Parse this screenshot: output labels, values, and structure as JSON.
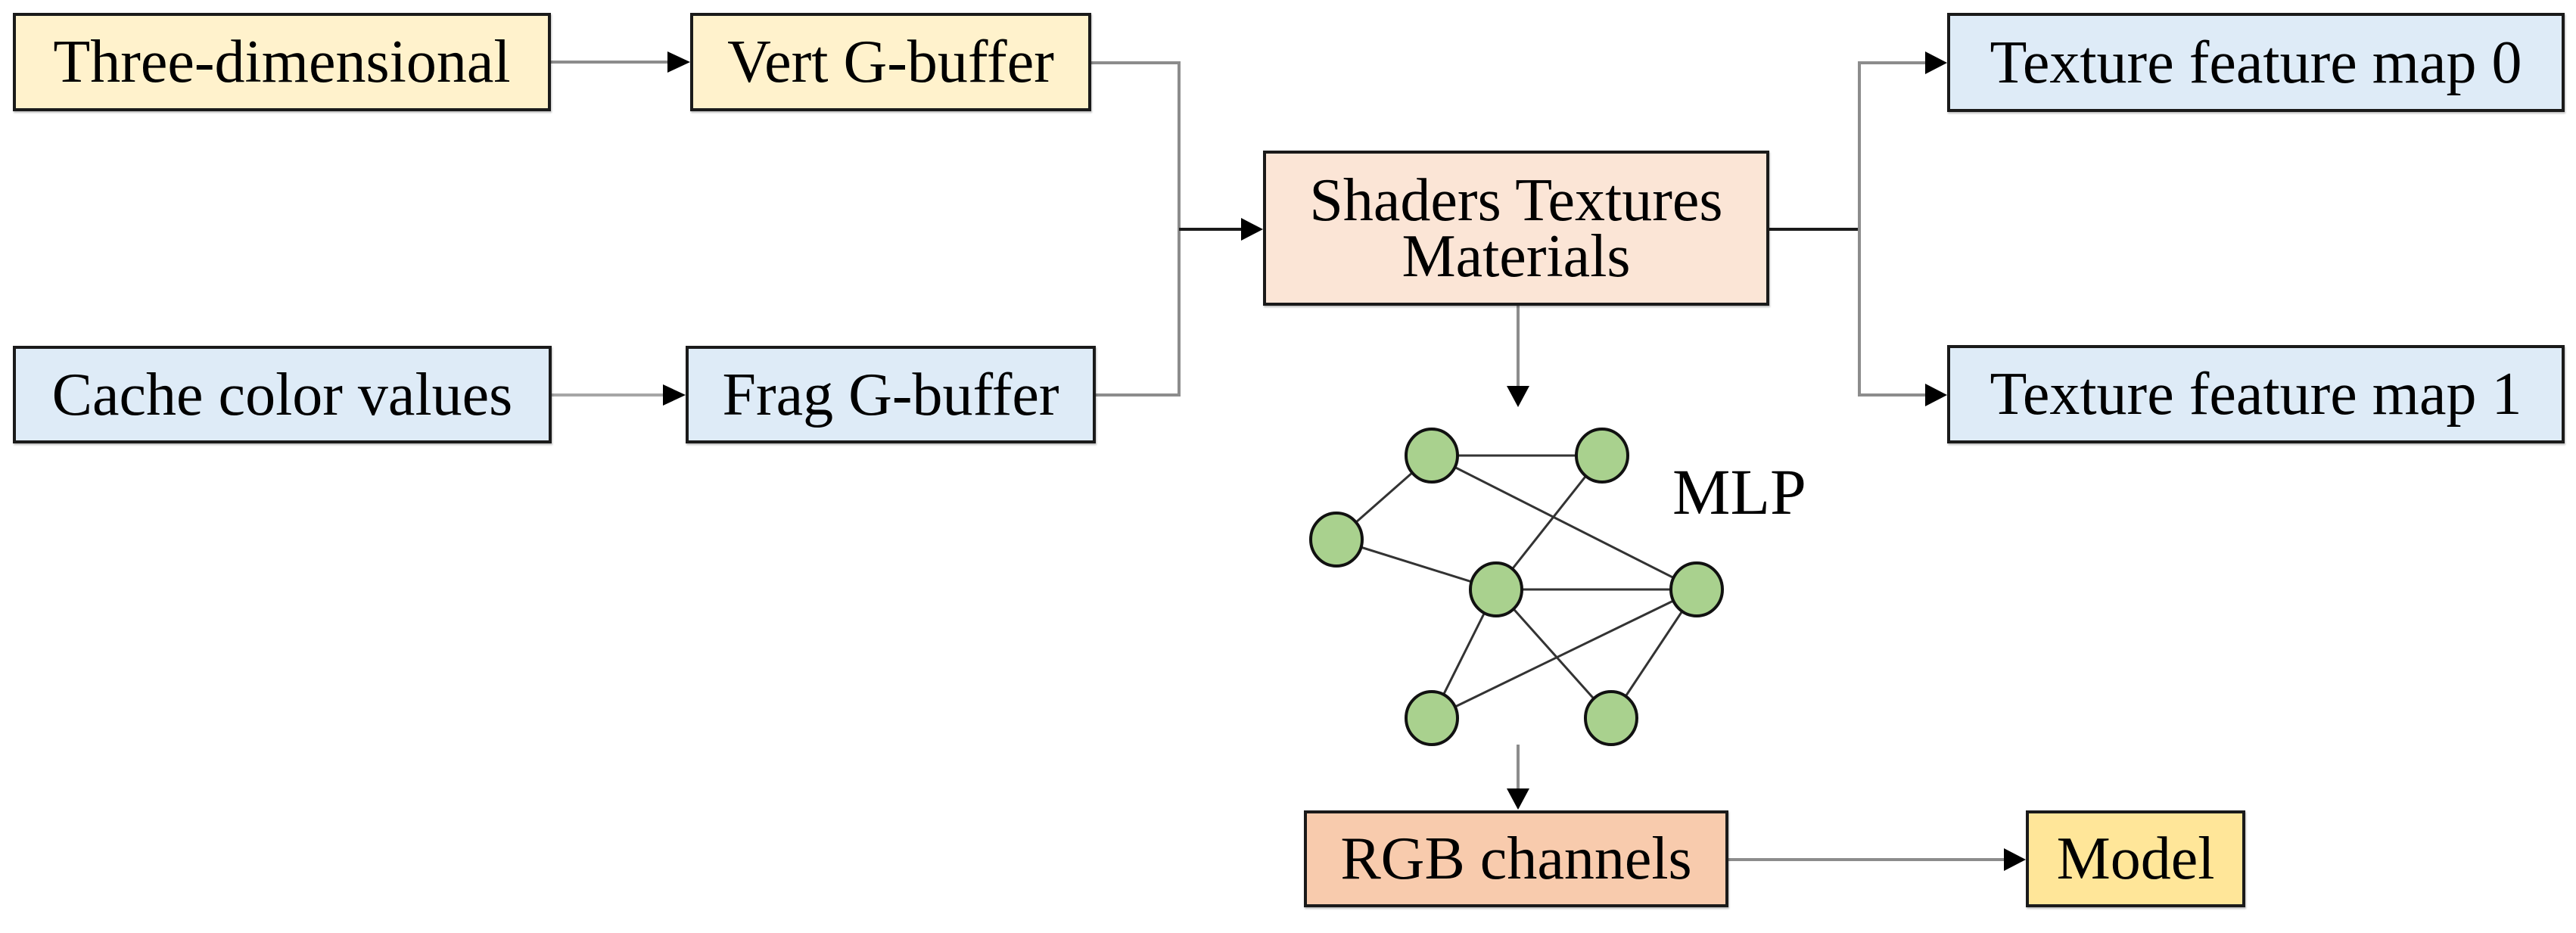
{
  "diagram": {
    "boxes": {
      "three_dimensional": {
        "label": "Three-dimensional",
        "color": "#FFF2CC"
      },
      "vert_gbuffer": {
        "label": "Vert G-buffer",
        "color": "#FFF2CC"
      },
      "cache_color_values": {
        "label": "Cache color values",
        "color": "#DEEBF7"
      },
      "frag_gbuffer": {
        "label": "Frag G-buffer",
        "color": "#DEEBF7"
      },
      "shaders_textures_materials": {
        "label": "Shaders Textures\nMaterials",
        "color": "#FBE5D6"
      },
      "texture_feature_map_0": {
        "label": "Texture feature map 0",
        "color": "#DEEBF7"
      },
      "texture_feature_map_1": {
        "label": "Texture feature map 1",
        "color": "#DEEBF7"
      },
      "rgb_channels": {
        "label": "RGB channels",
        "color": "#F8CBAD"
      },
      "model": {
        "label": "Model",
        "color": "#FFE699"
      }
    },
    "mlp": {
      "label": "MLP",
      "node_color": "#A9D18E",
      "node_count": 7,
      "edges": [
        [
          0,
          1
        ],
        [
          0,
          2
        ],
        [
          0,
          4
        ],
        [
          1,
          3
        ],
        [
          2,
          3
        ],
        [
          3,
          4
        ],
        [
          3,
          5
        ],
        [
          3,
          6
        ],
        [
          4,
          5
        ],
        [
          4,
          6
        ]
      ]
    },
    "connections": [
      {
        "from": "three_dimensional",
        "to": "vert_gbuffer"
      },
      {
        "from": "cache_color_values",
        "to": "frag_gbuffer"
      },
      {
        "from": "vert_gbuffer",
        "to": "shaders_textures_materials"
      },
      {
        "from": "frag_gbuffer",
        "to": "shaders_textures_materials"
      },
      {
        "from": "shaders_textures_materials",
        "to": "texture_feature_map_0"
      },
      {
        "from": "shaders_textures_materials",
        "to": "texture_feature_map_1"
      },
      {
        "from": "shaders_textures_materials",
        "to": "mlp"
      },
      {
        "from": "mlp",
        "to": "rgb_channels"
      },
      {
        "from": "rgb_channels",
        "to": "model"
      }
    ],
    "line_color": "#8c8c8c",
    "arrow_color": "#000000"
  }
}
